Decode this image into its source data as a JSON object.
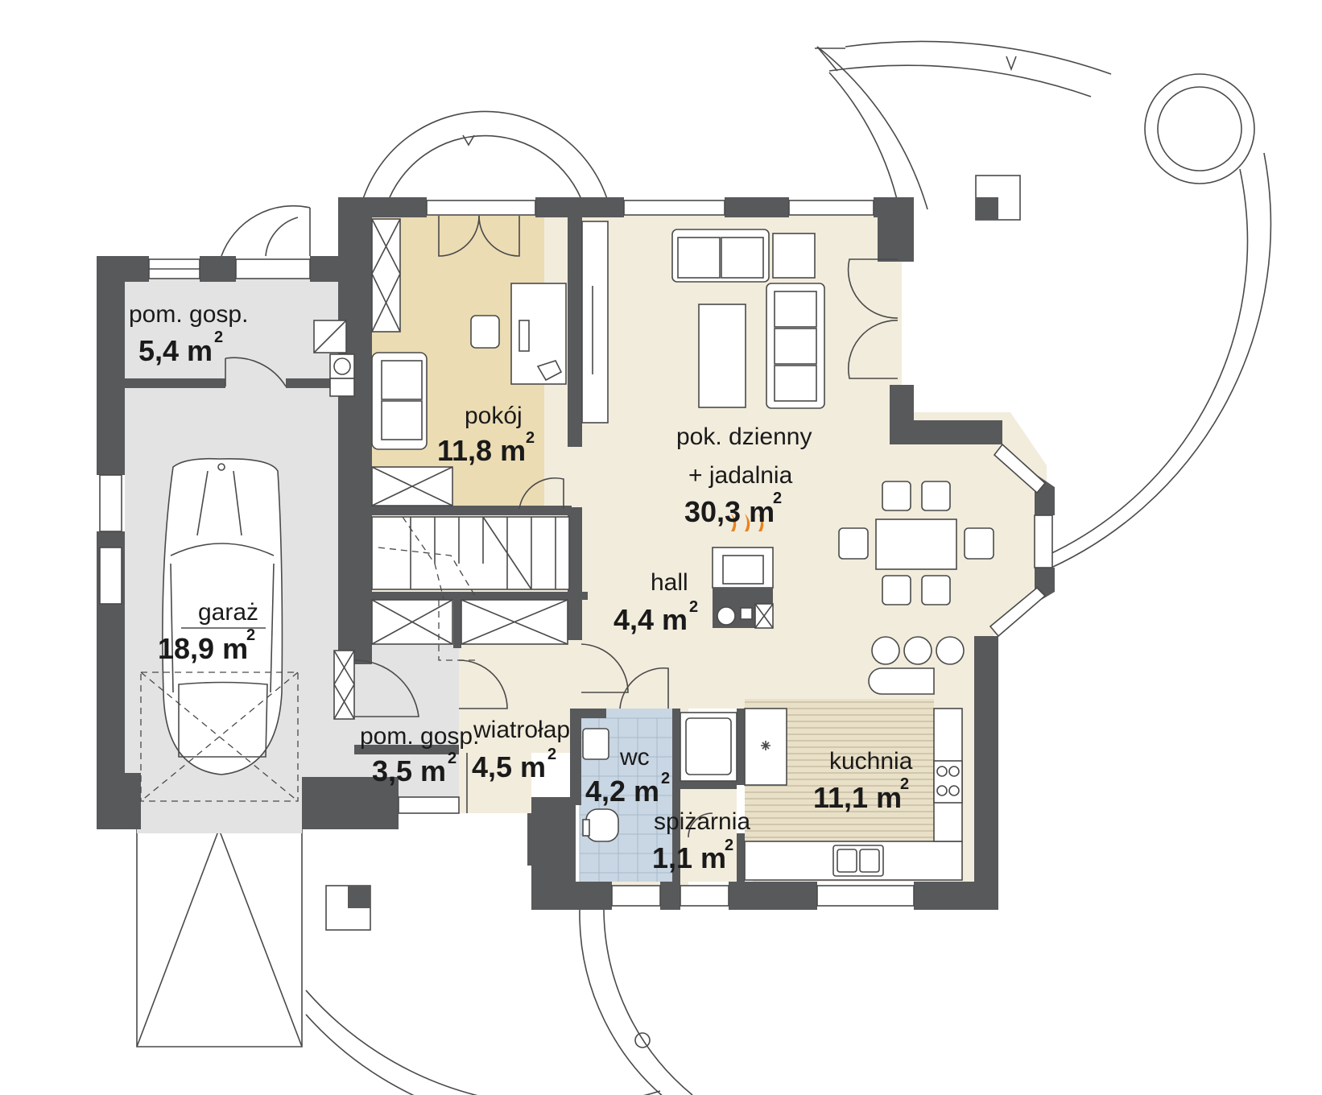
{
  "colors": {
    "wall": "#58595b",
    "living": "#f2ecdc",
    "room": "#ebdcb4",
    "utility": "#e3e3e4",
    "wc": "#c9d6e3",
    "fire": "#e8821e"
  },
  "rooms": {
    "pom_gosp_1": {
      "name": "pom. gosp.",
      "area": "5,4 m",
      "unit_sup": "2"
    },
    "pokoj": {
      "name": "pokój",
      "area": "11,8 m",
      "unit_sup": "2"
    },
    "dzienny": {
      "name_line1": "pok. dzienny",
      "name_line2": "+ jadalnia",
      "area": "30,3 m",
      "unit_sup": "2"
    },
    "garaz": {
      "name": "garaż",
      "area": "18,9 m",
      "unit_sup": "2"
    },
    "hall": {
      "name": "hall",
      "area": "4,4 m",
      "unit_sup": "2"
    },
    "pom_gosp_2": {
      "name": "pom. gosp.",
      "area": "3,5 m",
      "unit_sup": "2"
    },
    "wiatrolap": {
      "name": "wiatrołap",
      "area": "4,5 m",
      "unit_sup": "2"
    },
    "wc": {
      "name": "wc",
      "area": "4,2 m",
      "unit_sup": "2"
    },
    "spizarnia": {
      "name": "spiżarnia",
      "area": "1,1 m",
      "unit_sup": "2"
    },
    "kuchnia": {
      "name": "kuchnia",
      "area": "11,1 m",
      "unit_sup": "2"
    }
  }
}
